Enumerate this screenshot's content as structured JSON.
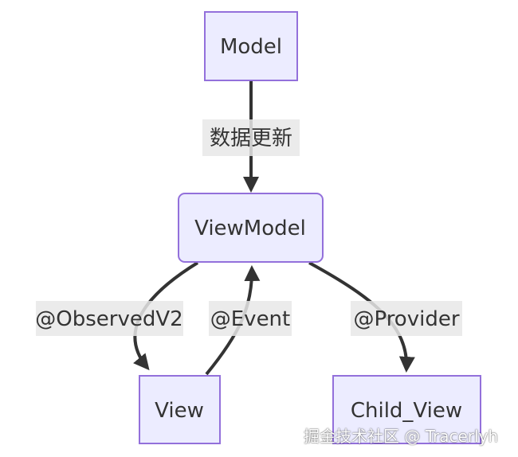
{
  "nodes": {
    "model": "Model",
    "viewmodel": "ViewModel",
    "view": "View",
    "child_view": "Child_View"
  },
  "edges": {
    "model_to_viewmodel": "数据更新",
    "viewmodel_to_view": "@ObservedV2",
    "view_to_viewmodel": "@Event",
    "viewmodel_to_child": "@Provider"
  },
  "watermark": "掘金技术社区 @ Tracerlyh",
  "colors": {
    "node_fill": "#ECECFF",
    "node_stroke": "#9370DB",
    "edge": "#333333",
    "label_bg": "#E8E8E8",
    "text": "#333333"
  }
}
